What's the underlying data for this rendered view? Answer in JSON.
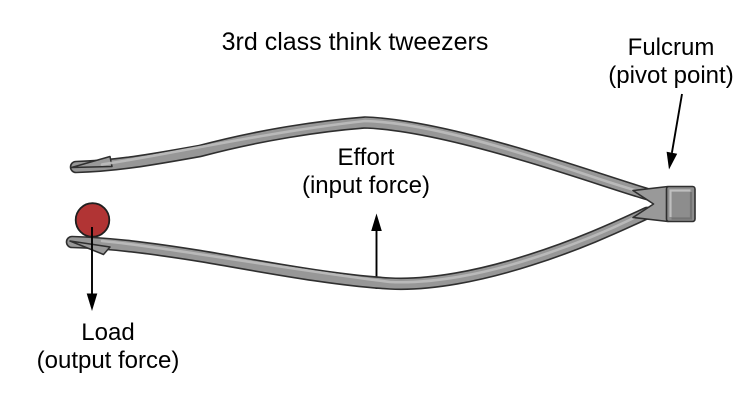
{
  "figure": {
    "title": "3rd class think tweezers",
    "labels": {
      "fulcrum": {
        "name": "Fulcrum",
        "detail": "(pivot point)"
      },
      "effort": {
        "name": "Effort",
        "detail": "(input force)"
      },
      "load": {
        "name": "Load",
        "detail": "(output force)"
      }
    },
    "colors": {
      "background": "#ffffff",
      "text": "#000000",
      "arm_fill": "#979797",
      "arm_outline": "#2f2f2f",
      "arm_highlight": "#bcbcbc",
      "fulcrum_block": "#8d8d8d",
      "load_ball": "#b13434",
      "arrow": "#000000"
    }
  }
}
